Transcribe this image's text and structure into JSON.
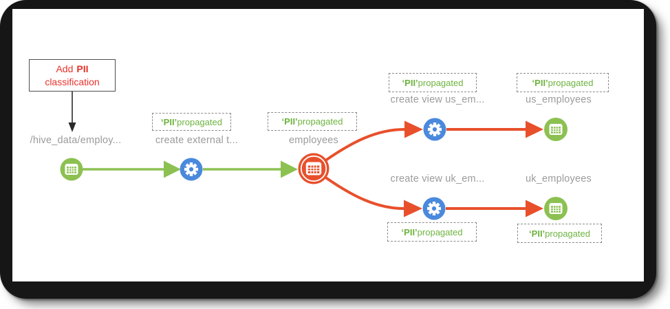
{
  "annotation": {
    "line1_regular": "Add",
    "line1_bold": "PII",
    "line2": "classification"
  },
  "propagation_badge": {
    "tag": "‘PII’",
    "suffix": " propagated"
  },
  "nodes": {
    "hive_path": {
      "label": "/hive_data/employ...",
      "type": "hdfs-path-table",
      "icon": "table-icon",
      "color": "#8cc152"
    },
    "create_external": {
      "label": "create external t...",
      "type": "process",
      "icon": "gear-icon",
      "color": "#4a89dc",
      "badge": "‘PII’ propagated"
    },
    "employees": {
      "label": "employees",
      "type": "hive-table-selected",
      "icon": "table-icon",
      "color": "#e8502c",
      "badge": "‘PII’ propagated"
    },
    "create_view_us": {
      "label": "create view us_em...",
      "type": "process",
      "icon": "gear-icon",
      "color": "#4a89dc",
      "badge": "‘PII’ propagated"
    },
    "us_employees": {
      "label": "us_employees",
      "type": "hive-table",
      "icon": "table-icon",
      "color": "#8cc152",
      "badge": "‘PII’ propagated"
    },
    "create_view_uk": {
      "label": "create view uk_em...",
      "type": "process",
      "icon": "gear-icon",
      "color": "#4a89dc",
      "badge": "‘PII’ propagated"
    },
    "uk_employees": {
      "label": "uk_employees",
      "type": "hive-table",
      "icon": "table-icon",
      "color": "#8cc152",
      "badge": "‘PII’ propagated"
    }
  },
  "edges": [
    {
      "from": "hive_path",
      "to": "create_external",
      "color": "#8cc152"
    },
    {
      "from": "create_external",
      "to": "employees",
      "color": "#8cc152"
    },
    {
      "from": "employees",
      "to": "create_view_us",
      "color": "#e8502c"
    },
    {
      "from": "create_view_us",
      "to": "us_employees",
      "color": "#e8502c"
    },
    {
      "from": "employees",
      "to": "create_view_uk",
      "color": "#e8502c"
    },
    {
      "from": "create_view_uk",
      "to": "uk_employees",
      "color": "#e8502c"
    }
  ],
  "colors": {
    "dataset_green": "#8cc152",
    "process_blue": "#4a89dc",
    "impact_orange": "#e8502c",
    "label_gray": "#9b9b9b",
    "badge_green": "#6db33f",
    "annotation_red": "#e8312a",
    "frame_black": "#161616"
  }
}
